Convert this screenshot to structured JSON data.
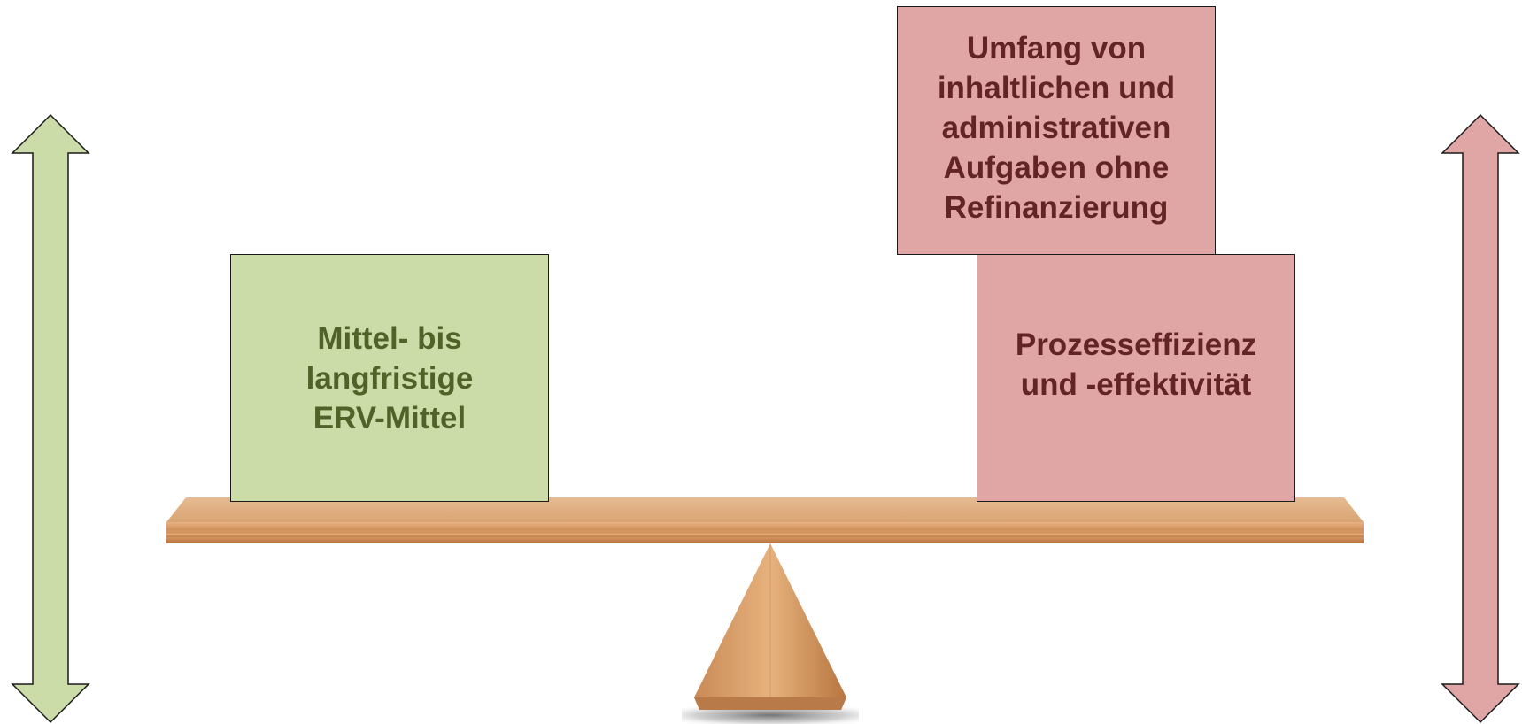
{
  "colors": {
    "green_fill": "#cbdca8",
    "green_text": "#4f6228",
    "red_fill": "#e0a6a6",
    "red_text": "#632523",
    "wood": "#d9a070"
  },
  "left_side": {
    "box_label": "Mittel- bis\nlangfristige\nERV-Mittel",
    "arrow_icon": "double-arrow-vertical"
  },
  "right_side": {
    "top_box_label": "Umfang von\ninhaltlichen und\nadministrativen\nAufgaben ohne\nRefinanzierung",
    "bottom_box_label": "Prozesseffizienz\nund -effektivität",
    "arrow_icon": "double-arrow-vertical"
  },
  "scale": {
    "plank_icon": "wooden-plank",
    "fulcrum_icon": "wooden-fulcrum"
  }
}
